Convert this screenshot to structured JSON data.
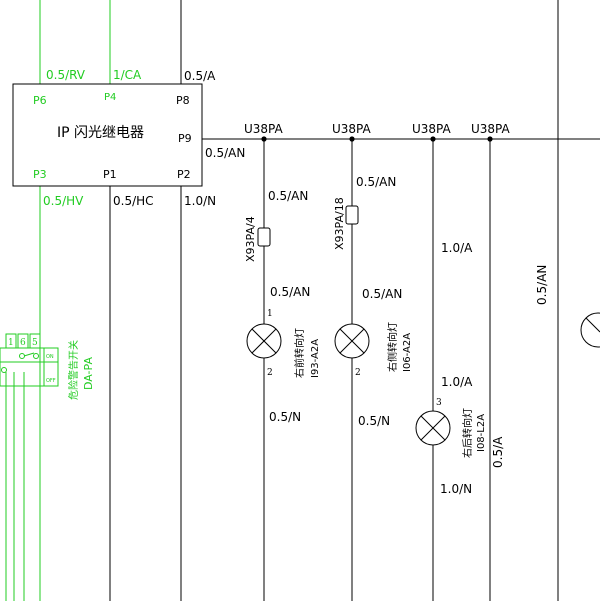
{
  "colors": {
    "black_wire": "#000000",
    "green_wire": "#22cc22",
    "background": "#ffffff"
  },
  "relay": {
    "title": "IP 闪光继电器",
    "pins": {
      "p6": "P6",
      "p4": "P4",
      "p8": "P8",
      "p9": "P9",
      "p3": "P3",
      "p1": "P1",
      "p2": "P2"
    }
  },
  "wire_labels": {
    "p6_top": "0.5/RV",
    "p4_top": "1/CA",
    "p8_top": "0.5/A",
    "p9_right": "0.5/AN",
    "p3_bottom": "0.5/HV",
    "p1_bottom": "0.5/HC",
    "p2_bottom": "1.0/N",
    "far_right_vertical": "0.5/AN"
  },
  "bus": {
    "splice_labels": [
      "U38PA",
      "U38PA",
      "U38PA",
      "U38PA"
    ]
  },
  "branch_front": {
    "wire_top": "0.5/AN",
    "connector": "X93PA/4",
    "wire_mid": "0.5/AN",
    "pin_top": "1",
    "pin_bottom": "2",
    "lamp_name": "右前转向灯",
    "lamp_code": "I93-A2A",
    "wire_bottom": "0.5/N",
    "icon": "lamp-icon"
  },
  "branch_side": {
    "wire_top": "0.5/AN",
    "connector": "X93PA/18",
    "wire_mid": "0.5/AN",
    "pin_bottom": "2",
    "lamp_name": "右侧转向灯",
    "lamp_code": "I06-A2A",
    "wire_bottom": "0.5/N",
    "icon": "lamp-icon"
  },
  "branch_rear": {
    "wire_top": "1.0/A",
    "wire_mid": "1.0/A",
    "pin_top": "3",
    "lamp_name": "右后转向灯",
    "lamp_code": "I08-L2A",
    "wire_side": "0.5/A",
    "wire_bottom": "1.0/N",
    "icon": "lamp-icon"
  },
  "hazard_switch": {
    "name": "危险警告开关",
    "code": "DA-PA",
    "pins": [
      "1",
      "6",
      "5"
    ],
    "on": "ON",
    "off": "OFF"
  }
}
